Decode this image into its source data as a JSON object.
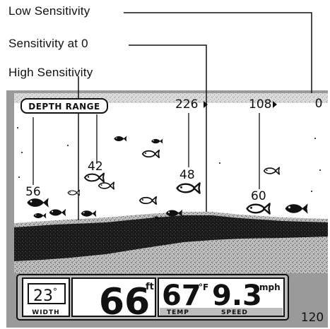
{
  "callouts": {
    "low": "Low Sensitivity",
    "zero": "Sensitivity at 0",
    "high": "High Sensitivity"
  },
  "screen": {
    "depth_range_label": "DEPTH RANGE",
    "scale_top": "0",
    "scale_bottom": "120",
    "markers": [
      "226",
      "108"
    ],
    "fish_depths": [
      "56",
      "42",
      "48",
      "60"
    ]
  },
  "readout": {
    "width_value": "23",
    "width_unit": "°",
    "width_label": "WIDTH",
    "depth_value": "66",
    "depth_unit": "ft",
    "temp_value": "67",
    "temp_unit": "°F",
    "temp_label": "TEMP",
    "speed_value": "9.3",
    "speed_unit": "mph",
    "speed_label": "SPEED"
  },
  "icons": {
    "fish_solid": "fish-solid-icon",
    "fish_outline": "fish-outline-icon",
    "marker_arrow": "triangle-right-icon"
  }
}
